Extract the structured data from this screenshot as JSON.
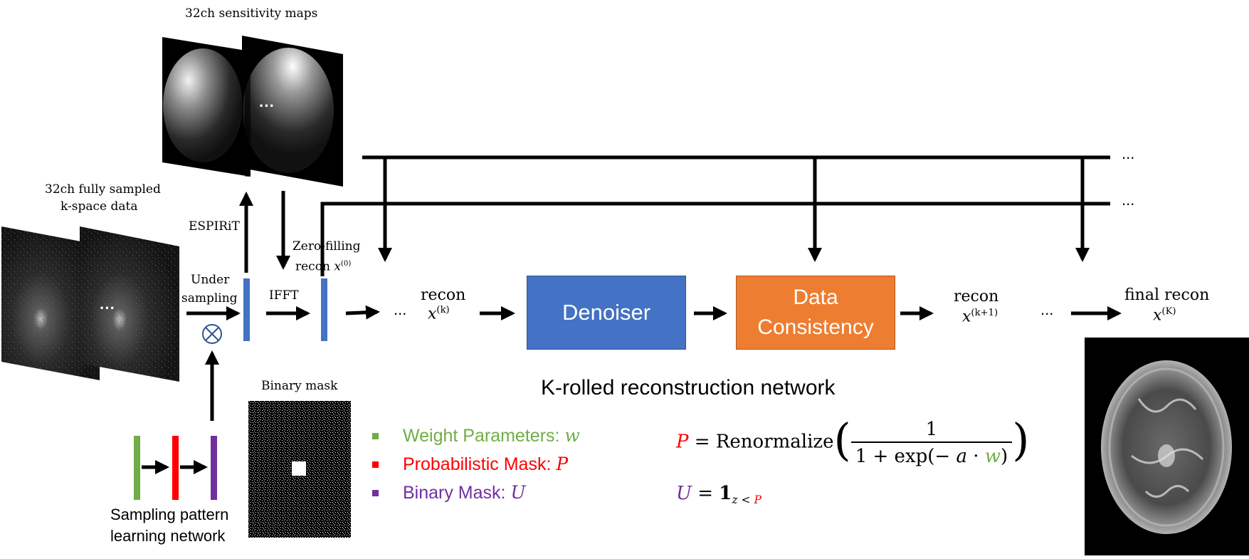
{
  "labels": {
    "sens_maps": "32ch sensitivity maps",
    "kspace_line1": "32ch fully sampled",
    "kspace_line2": "k-space data",
    "espirit": "ESPIRiT",
    "undersampling_line1": "Under",
    "undersampling_line2": "sampling",
    "ifft": "IFFT",
    "zero_filling_line1": "Zero-filling",
    "zero_filling_line2": "recon",
    "zero_filling_symbol": "x",
    "zero_filling_sup": "(0)",
    "recon_k": "recon",
    "recon_k_symbol": "x",
    "recon_k_sup": "(k)",
    "recon_k1": "recon",
    "recon_k1_symbol": "x",
    "recon_k1_sup": "(k+1)",
    "final_recon": "final recon",
    "final_symbol": "x",
    "final_sup": "(K)",
    "binary_mask_title": "Binary mask",
    "network_title": "K-rolled reconstruction network",
    "sampling_net_line1": "Sampling pattern",
    "sampling_net_line2": "learning network",
    "ellipsis": "···",
    "ellipsis_small": "..."
  },
  "blocks": {
    "denoiser": "Denoiser",
    "dc_line1": "Data",
    "dc_line2": "Consistency"
  },
  "legend": [
    {
      "text": "Weight Parameters: ",
      "symbol": "w",
      "color": "#70ad47"
    },
    {
      "text": "Probabilistic Mask: ",
      "symbol": "P",
      "color": "#ff0000"
    },
    {
      "text": "Binary Mask: ",
      "symbol": "U",
      "color": "#7030a0"
    }
  ],
  "equations": {
    "p_symbol": "P",
    "equals": "=",
    "renormalize": "Renormalize",
    "numerator": "1",
    "denominator_pre": "1 + exp(− ",
    "denominator_a": "a",
    "denominator_dot": " · ",
    "denominator_w": "w",
    "denominator_post": ")",
    "u_symbol": "U",
    "indicator": "1",
    "sub_z": "z",
    "sub_lt": " < ",
    "sub_p": "P"
  },
  "colors": {
    "denoiser": "#4472c4",
    "denoiser_border": "#2f528f",
    "dc": "#ed7d31",
    "dc_border": "#ae5a21",
    "green": "#70ad47",
    "red": "#ff0000",
    "purple": "#7030a0",
    "blue_bar": "#4472c4"
  }
}
